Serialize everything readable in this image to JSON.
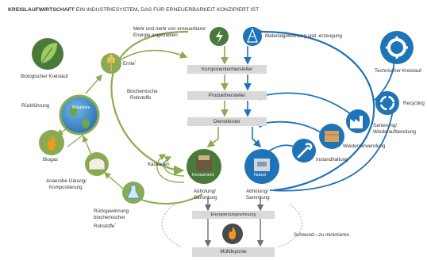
{
  "heading": {
    "title_bold": "KREISLAUFWIRTSCHAFT",
    "title_rest": "EIN INDUSTRIESYSTEM, DAS FÜR ERNEUERBARKEIT KONZIPIERT IST"
  },
  "colors": {
    "bio_green": "#8bab53",
    "bio_dark": "#4a7a3a",
    "tech_blue": "#1f73b7",
    "tech_light": "#2e8fd0",
    "box_gray": "#d9d9d9",
    "arrow_gray": "#6d6d6d",
    "flame": "#f39a1c"
  },
  "top": {
    "energy_label_1": "Mehr und mehr von erneuerbarer",
    "energy_label_2": "Energie angetrieben",
    "material_label": "Materialgewinnung und -erzeugung"
  },
  "center_boxes": {
    "components": "Komponentenhersteller",
    "products": "Produkthersteller",
    "services": "Dienstleister",
    "energy_recovery": "Energierückgewinnung",
    "landfill": "Mülldeponie"
  },
  "bio": {
    "cycle_label": "Biologischer Kreislauf",
    "harvest": "Ernte",
    "harvest_sup": "¹",
    "feedback": "Rückführung",
    "biosphere": "Biosphäre",
    "biogas": "Biogas",
    "digestion_1": "Anaerobe Gärung/",
    "digestion_2": "Kompostierung",
    "recovery_1": "Rückgewinnung",
    "recovery_2": "biochemischer",
    "recovery_3": "Rohstoffe",
    "recovery_sup": "²",
    "feedstock_1": "Biochemische",
    "feedstock_2": "Rohstoffe",
    "cascades": "Kaskaden",
    "consumer": "Konsument",
    "collection_1": "Abholung/",
    "collection_2": "Sammlung"
  },
  "tech": {
    "cycle_label": "Technischer Kreislauf",
    "recycling": "Recycling",
    "refurb_1": "Sanierung/",
    "refurb_2": "Wiederaufbereitung",
    "reuse": "Wiederverwendung",
    "maintenance": "Instandhaltung",
    "user": "Nutzer",
    "collection_1": "Abholung/",
    "collection_2": "Sammlung",
    "leakage": "Schwund—zu minimieren"
  },
  "icons": {
    "leaf": "leaf-icon",
    "gear": "gear-icon",
    "wheat": "wheat-icon",
    "globe": "globe-icon",
    "flame": "flame-icon",
    "greenhouse": "greenhouse-icon",
    "flask": "flask-icon",
    "consumer": "consumer-icon",
    "user": "user-icon",
    "wrench": "wrench-icon",
    "box": "box-icon",
    "factory": "factory-icon",
    "recycle": "recycling-icon",
    "energy": "renewable-energy-icon",
    "mining": "mining-icon"
  }
}
